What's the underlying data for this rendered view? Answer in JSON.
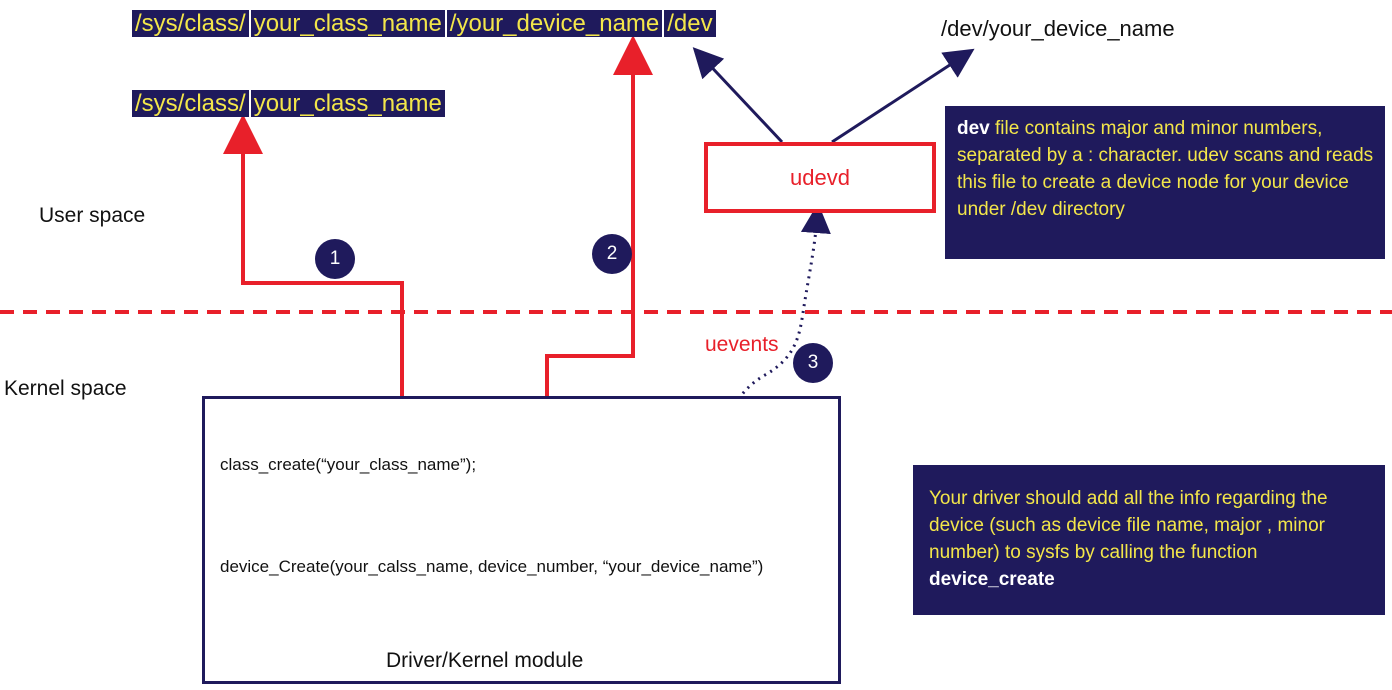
{
  "paths": {
    "device_path_segments": [
      "/sys/class/",
      "your_class_name",
      "/your_device_name",
      "/dev"
    ],
    "class_path_segments": [
      "/sys/class/",
      "your_class_name"
    ],
    "dev_node": "/dev/your_device_name"
  },
  "labels": {
    "user_space": "User space",
    "kernel_space": "Kernel space",
    "udevd": "udevd",
    "uevents": "uevents",
    "kernel_module": "Driver/Kernel module"
  },
  "code": {
    "class_create": "class_create(“your_class_name”);",
    "device_create": "device_Create(your_calss_name, device_number, “your_device_name”)"
  },
  "badges": [
    "1",
    "2",
    "3"
  ],
  "notes": {
    "dev_file": {
      "bold_lead": "dev",
      "text": " file contains major and minor numbers, separated by a : character. udev scans and reads this file to create a device node for your device under /dev directory"
    },
    "driver": {
      "text": "Your driver should add all the info regarding the device (such as device file name, major , minor number) to sysfs by calling the function",
      "bold_tail": "device_create"
    }
  },
  "colors": {
    "navy": "#1f1a5c",
    "red": "#e8202a",
    "highlight_text": "#f3e64a"
  }
}
